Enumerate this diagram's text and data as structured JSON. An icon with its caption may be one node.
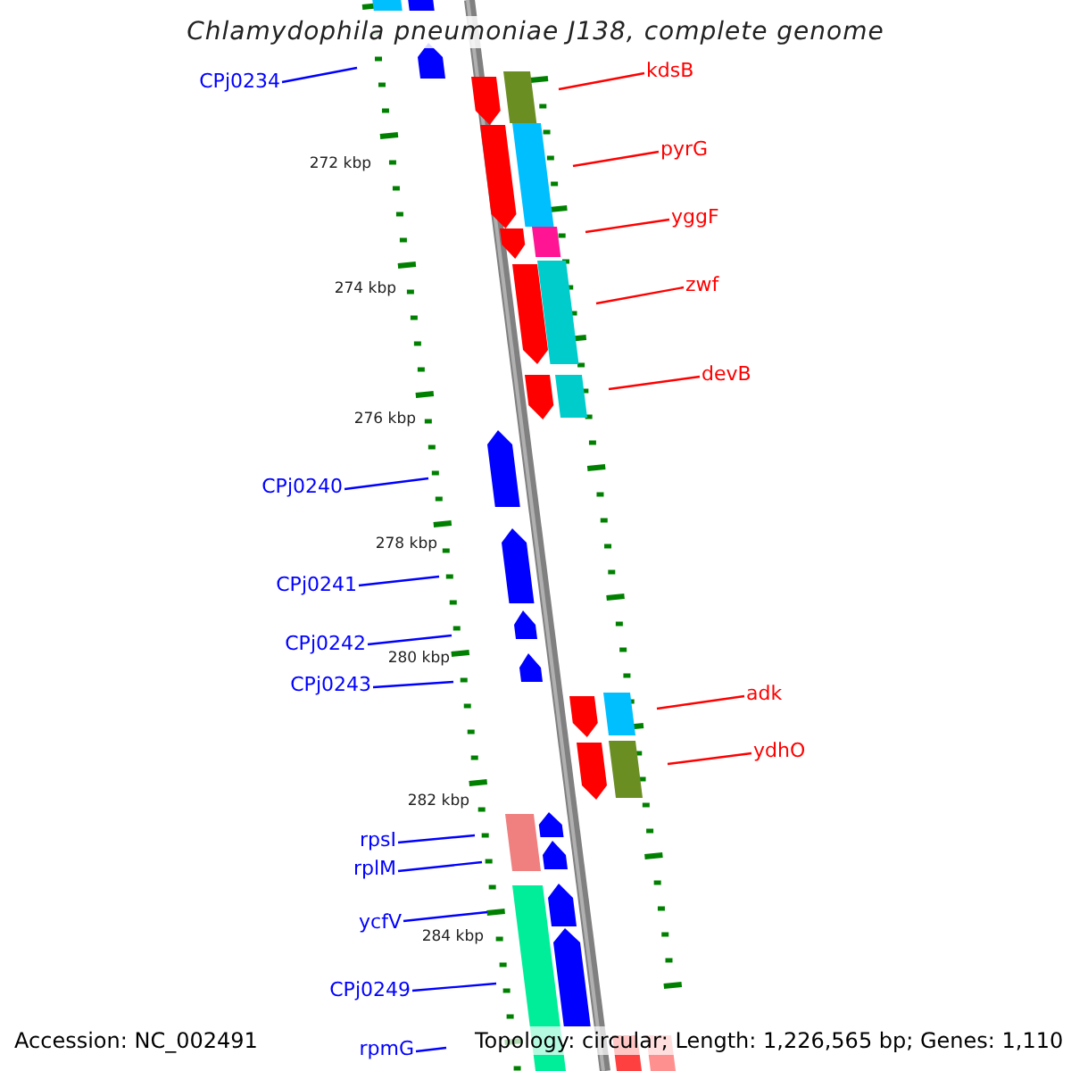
{
  "diagram": {
    "title": "Chlamydophila pneumoniae J138, complete genome",
    "nodes": [
      {
        "text": [
          "CPj0234"
        ]
      },
      {
        "text": [
          "kdsB"
        ]
      },
      {
        "text": [
          "pyrG"
        ]
      },
      {
        "text": [
          "yggF"
        ]
      },
      {
        "text": [
          "zwf"
        ]
      },
      {
        "text": [
          "devB"
        ]
      },
      {
        "text": [
          "CPj0240"
        ]
      },
      {
        "text": [
          "CPj0241"
        ]
      },
      {
        "text": [
          "CPj0242"
        ]
      },
      {
        "text": [
          "CPj0243"
        ]
      },
      {
        "text": [
          "adk"
        ]
      },
      {
        "text": [
          "ydhO"
        ]
      },
      {
        "text": [
          "rpsI"
        ]
      },
      {
        "text": [
          "rplM"
        ]
      },
      {
        "text": [
          "ycfV"
        ]
      },
      {
        "text": [
          "CPj0249"
        ]
      },
      {
        "text": [
          "rpmG"
        ]
      }
    ],
    "edges": [
      {
        "from": 0,
        "to": null,
        "arrow": "none"
      },
      {
        "from": 1,
        "to": null,
        "arrow": "none",
        "color": "#ff0000"
      },
      {
        "from": 2,
        "to": null,
        "arrow": "none",
        "color": "#ff0000"
      },
      {
        "from": 3,
        "to": null,
        "arrow": "none",
        "color": "#ff0000"
      },
      {
        "from": 4,
        "to": null,
        "arrow": "none",
        "color": "#ff0000"
      },
      {
        "from": 5,
        "to": null,
        "arrow": "none",
        "color": "#ff0000"
      },
      {
        "from": 6,
        "to": null,
        "arrow": "none"
      },
      {
        "from": 7,
        "to": null,
        "arrow": "none"
      },
      {
        "from": 8,
        "to": null,
        "arrow": "none"
      },
      {
        "from": 9,
        "to": null,
        "arrow": "none"
      },
      {
        "from": 10,
        "to": null,
        "arrow": "none",
        "color": "#ff0000"
      },
      {
        "from": 11,
        "to": null,
        "arrow": "none",
        "color": "#ff0000"
      },
      {
        "from": 12,
        "to": null,
        "arrow": "none"
      },
      {
        "from": 13,
        "to": null,
        "arrow": "none"
      },
      {
        "from": 14,
        "to": null,
        "arrow": "none"
      },
      {
        "from": 15,
        "to": null,
        "arrow": "none"
      },
      {
        "from": 16,
        "to": null,
        "arrow": "none"
      }
    ],
    "labels": [
      "272 kbp",
      "274 kbp",
      "276 kbp",
      "278 kbp",
      "280 kbp",
      "282 kbp",
      "284 kbp",
      "Accession: NC_002491",
      "Topology: circular; Length: 1,226,565 bp; Genes: 1,110"
    ]
  }
}
